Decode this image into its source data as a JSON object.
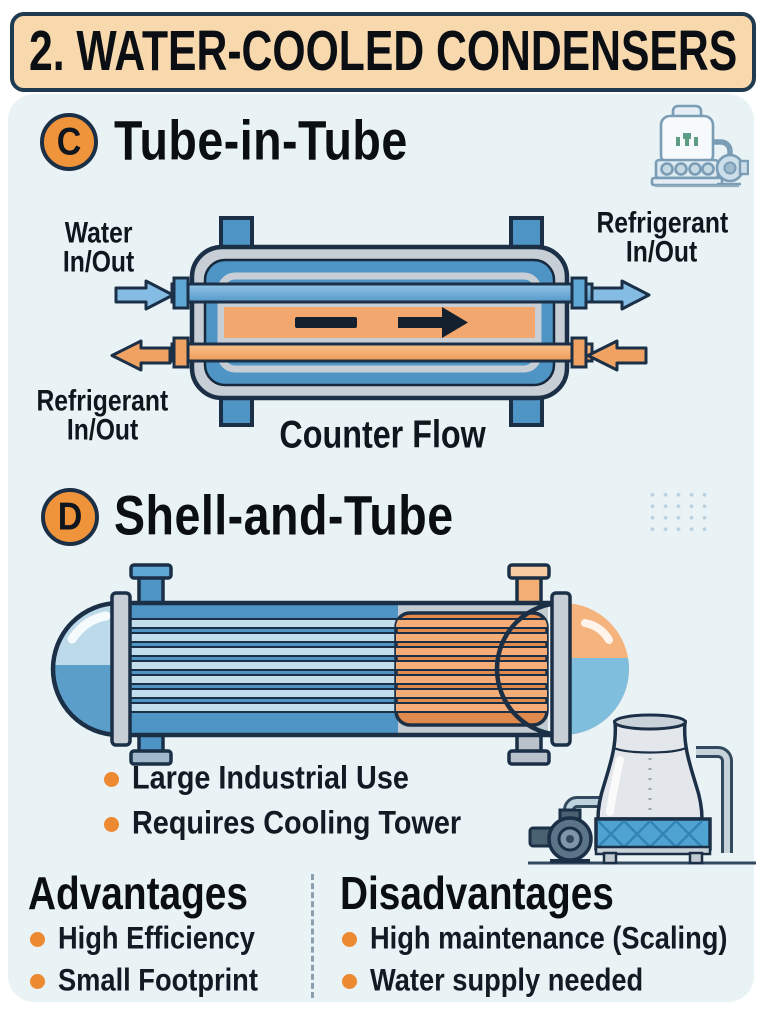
{
  "title_banner": {
    "text": "2. WATER-COOLED CONDENSERS"
  },
  "section_c": {
    "badge": "C",
    "title": "Tube-in-Tube",
    "water_label_line1": "Water",
    "water_label_line2": "In/Out",
    "refrigerant_right_line1": "Refrigerant",
    "refrigerant_right_line2": "In/Out",
    "refrigerant_left_line1": "Refrigerant",
    "refrigerant_left_line2": "In/Out",
    "flow_caption": "Counter Flow"
  },
  "section_d": {
    "badge": "D",
    "title": "Shell-and-Tube",
    "bullets": [
      "Large Industrial Use",
      "Requires Cooling Tower"
    ]
  },
  "pros_cons": {
    "advantages": {
      "heading": "Advantages",
      "items": [
        "High Efficiency",
        "Small Footprint"
      ]
    },
    "disadvantages": {
      "heading": "Disadvantages",
      "items": [
        "High maintenance (Scaling)",
        "Water supply needed"
      ]
    }
  },
  "icons": {
    "condenser_tank_icon": "small water-cooled condenser tank with pump",
    "cooling_tower_illustration": "cooling tower with basin and circulation pump",
    "flow_arrow_icons": "counter-flow direction arrows"
  },
  "colors": {
    "banner_fill": "#F8D9AE",
    "banner_border": "#1F3B52",
    "card_bg": "#E9F3F6",
    "outline_dark": "#1B3047",
    "badge_orange": "#F0943C",
    "bullet_orange": "#ED8A31",
    "water_blue": "#4E94C4",
    "light_tube_blue": "#C2DEEC",
    "refrigerant_orange": "#F2A76E",
    "metal_gray": "#C8CED5"
  }
}
